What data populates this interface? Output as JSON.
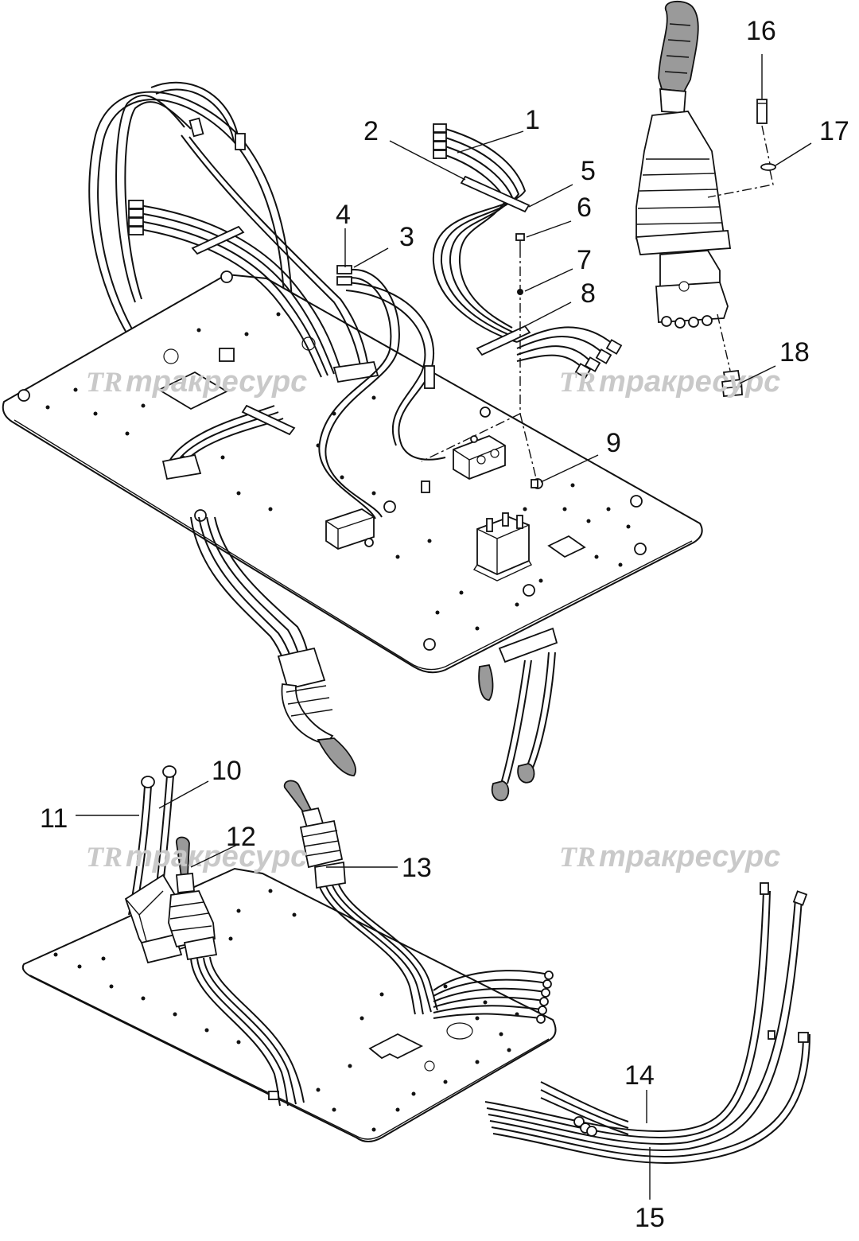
{
  "callouts": [
    {
      "id": "1",
      "label": "1"
    },
    {
      "id": "2",
      "label": "2"
    },
    {
      "id": "3",
      "label": "3"
    },
    {
      "id": "4",
      "label": "4"
    },
    {
      "id": "5",
      "label": "5"
    },
    {
      "id": "6",
      "label": "6"
    },
    {
      "id": "7",
      "label": "7"
    },
    {
      "id": "8",
      "label": "8"
    },
    {
      "id": "9",
      "label": "9"
    },
    {
      "id": "10",
      "label": "10"
    },
    {
      "id": "11",
      "label": "11"
    },
    {
      "id": "12",
      "label": "12"
    },
    {
      "id": "13",
      "label": "13"
    },
    {
      "id": "14",
      "label": "14"
    },
    {
      "id": "15",
      "label": "15"
    },
    {
      "id": "16",
      "label": "16"
    },
    {
      "id": "17",
      "label": "17"
    },
    {
      "id": "18",
      "label": "18"
    }
  ],
  "watermark": {
    "logo": "TR",
    "text": "тракресурс",
    "color": "#c9c9c9"
  },
  "colors": {
    "line": "#111111",
    "grip": "#9a9a9a",
    "background": "#ffffff"
  }
}
